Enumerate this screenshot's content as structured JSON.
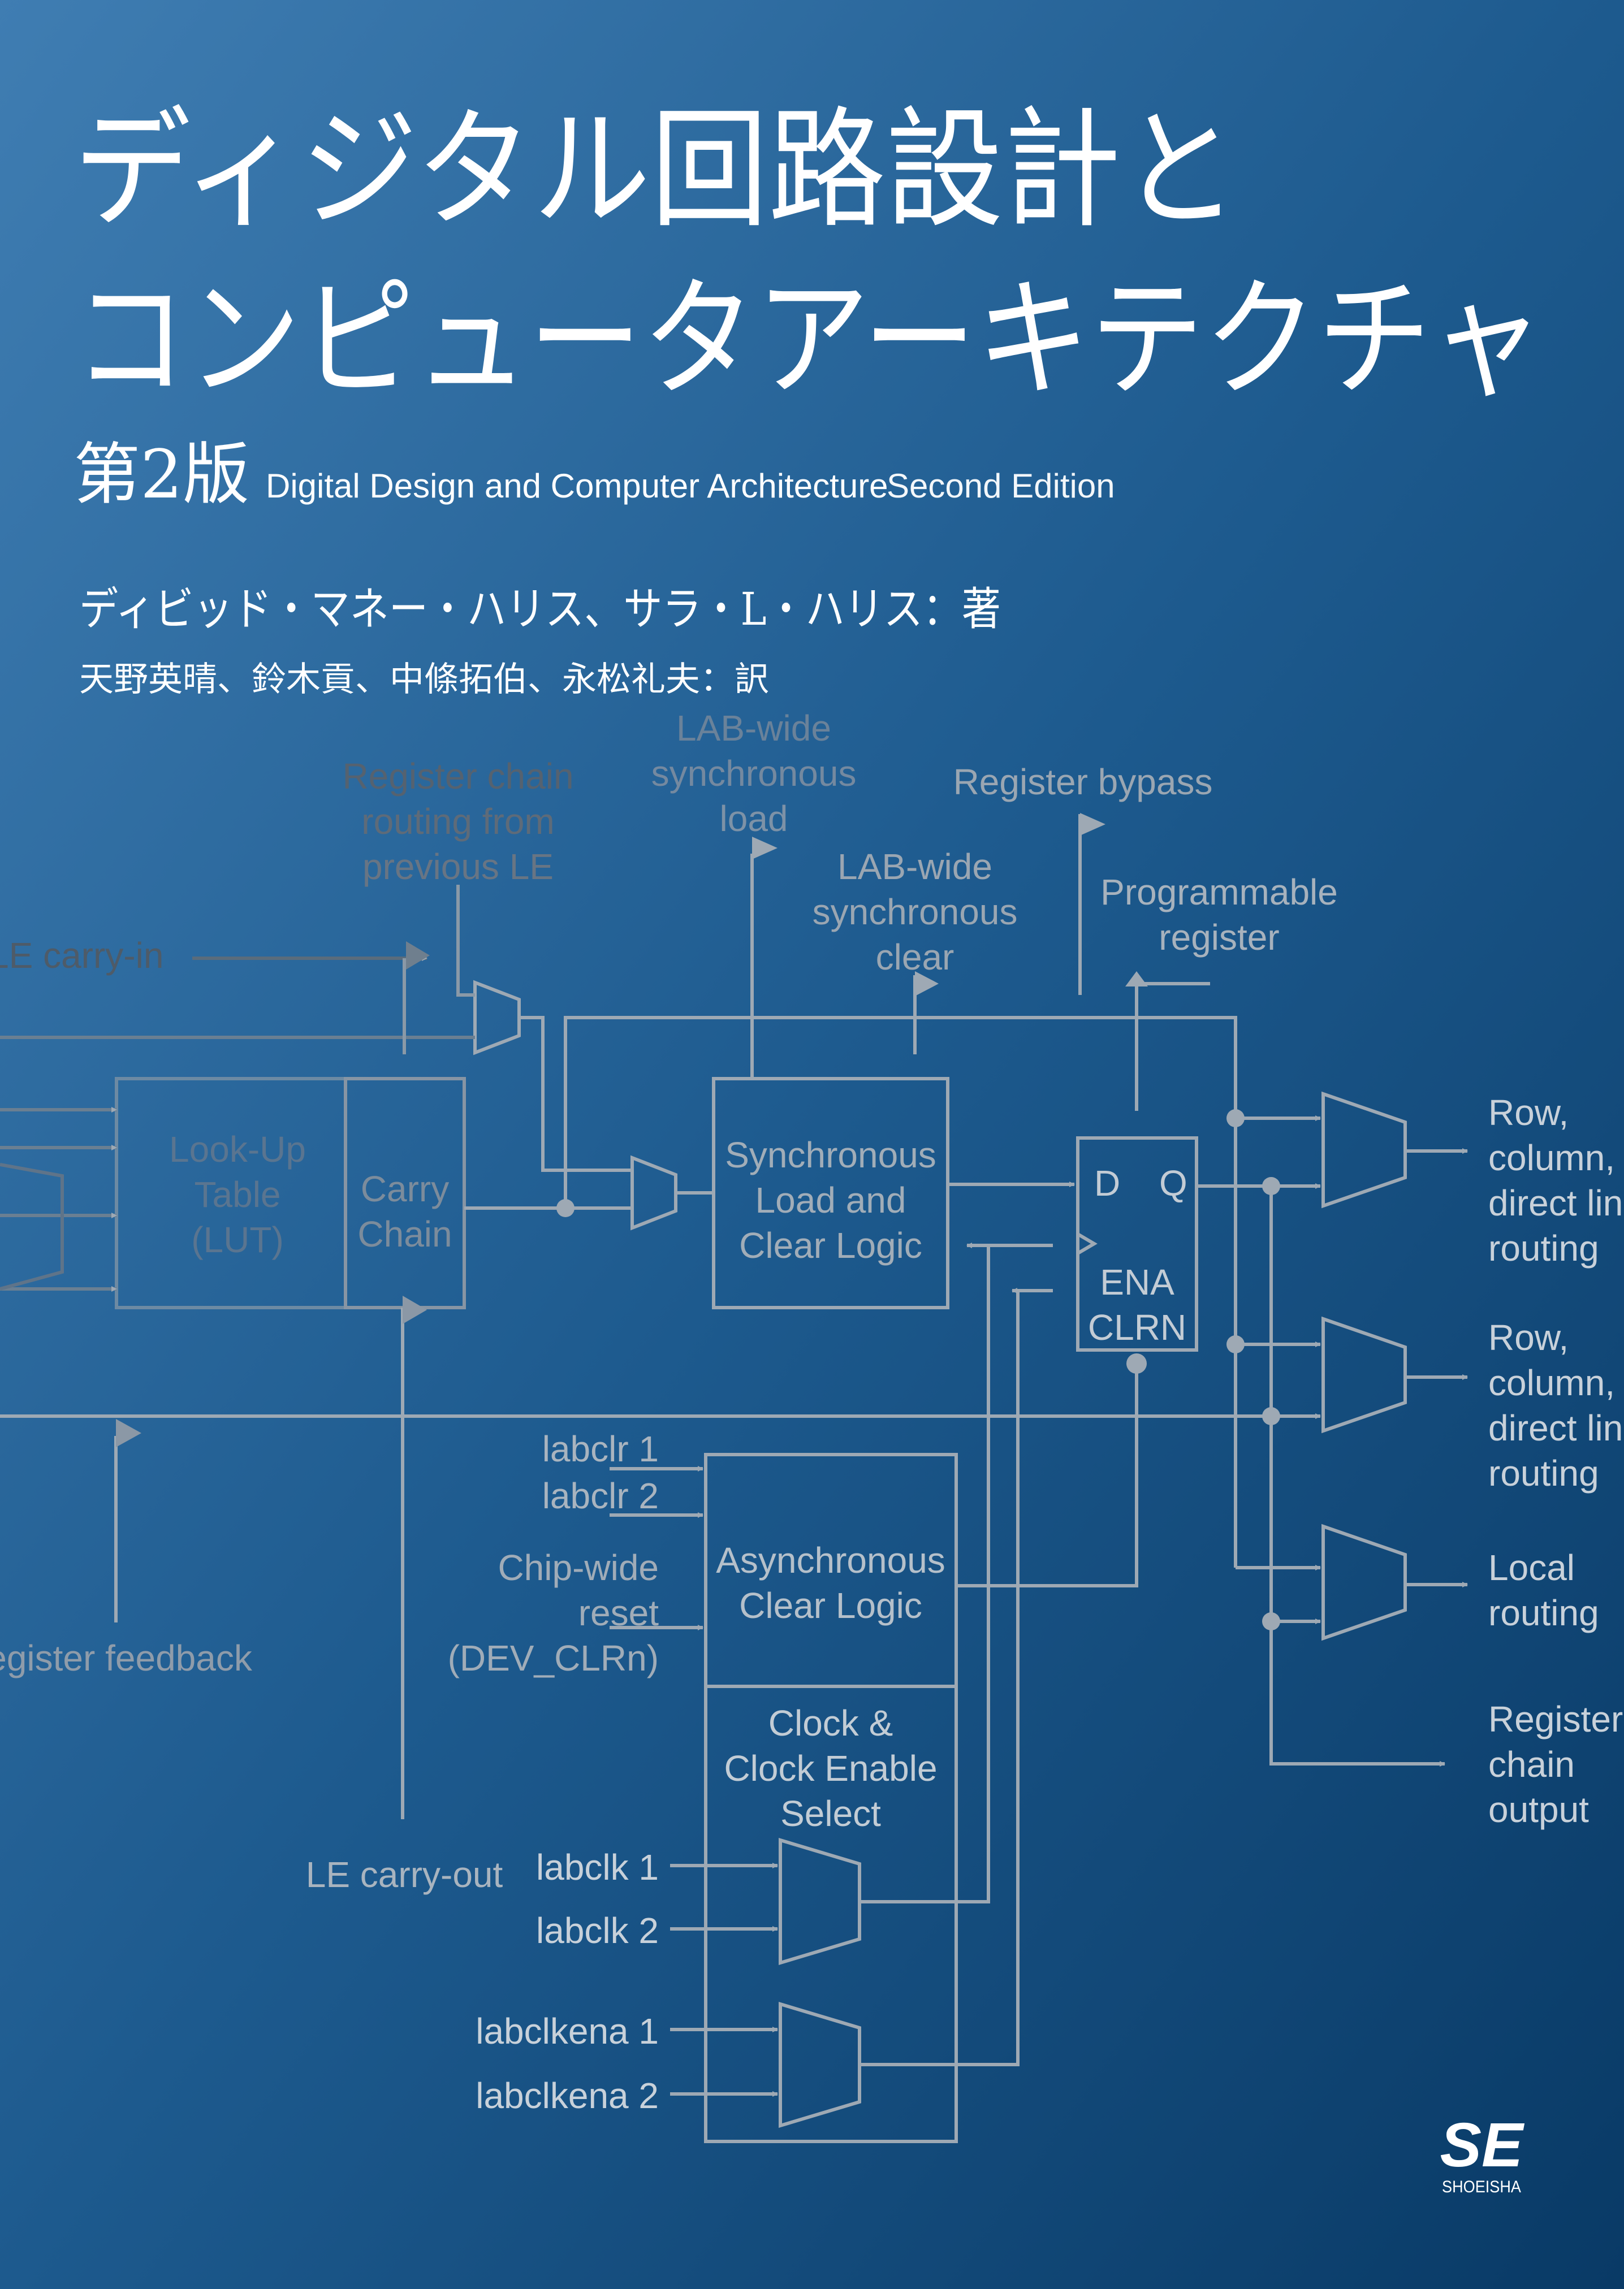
{
  "cover": {
    "title_line1": "ディジタル回路設計と",
    "title_line2": "コンピュータアーキテクチャ",
    "edition": "第2版",
    "english_title": "Digital Design and Computer Architecture",
    "english_edition": "Second Edition",
    "authors": "ディビッド・マネー・ハリス、サラ・L・ハリス：著",
    "translators": "天野英晴、鈴木貢、中條拓伯、永松礼夫：訳",
    "publisher_logo": "SE",
    "publisher_name": "SHOEISHA",
    "colors": {
      "bg_top": "#3d7bb0",
      "bg_bottom": "#0b3b66",
      "line": "#9aa6b2"
    }
  },
  "diagram": {
    "register_chain_routing": [
      "Register chain",
      "routing from",
      "previous LE"
    ],
    "lab_wide_sync_load": [
      "LAB-wide",
      "synchronous",
      "load"
    ],
    "register_bypass": "Register bypass",
    "lab_wide_sync_clear": [
      "LAB-wide",
      "synchronous",
      "clear"
    ],
    "programmable_register": [
      "Programmable",
      "register"
    ],
    "le_carry_in": "LE carry-in",
    "lut": [
      "Look-Up",
      "Table",
      "(LUT)"
    ],
    "carry_chain": [
      "Carry",
      "Chain"
    ],
    "sync_load_clear": [
      "Synchronous",
      "Load and",
      "Clear Logic"
    ],
    "register_pins": {
      "d": "D",
      "q": "Q",
      "ena": "ENA",
      "clrn": "CLRN"
    },
    "output_row1": [
      "Row,",
      "column,",
      "direct link",
      "routing"
    ],
    "output_row2": [
      "Row,",
      "column,",
      "direct link",
      "routing"
    ],
    "output_local": [
      "Local",
      "routing"
    ],
    "output_reg_chain": [
      "Register",
      "chain",
      "output"
    ],
    "labclr1": "labclr 1",
    "labclr2": "labclr 2",
    "chip_wide_reset": [
      "Chip-wide",
      "reset",
      "(DEV_CLRn)"
    ],
    "async_clear": [
      "Asynchronous",
      "Clear Logic"
    ],
    "clock_select": [
      "Clock &",
      "Clock Enable",
      "Select"
    ],
    "register_feedback": "Register feedback",
    "le_carry_out": "LE carry-out",
    "labclk1": "labclk 1",
    "labclk2": "labclk 2",
    "labclkena1": "labclkena 1",
    "labclkena2": "labclkena 2"
  }
}
